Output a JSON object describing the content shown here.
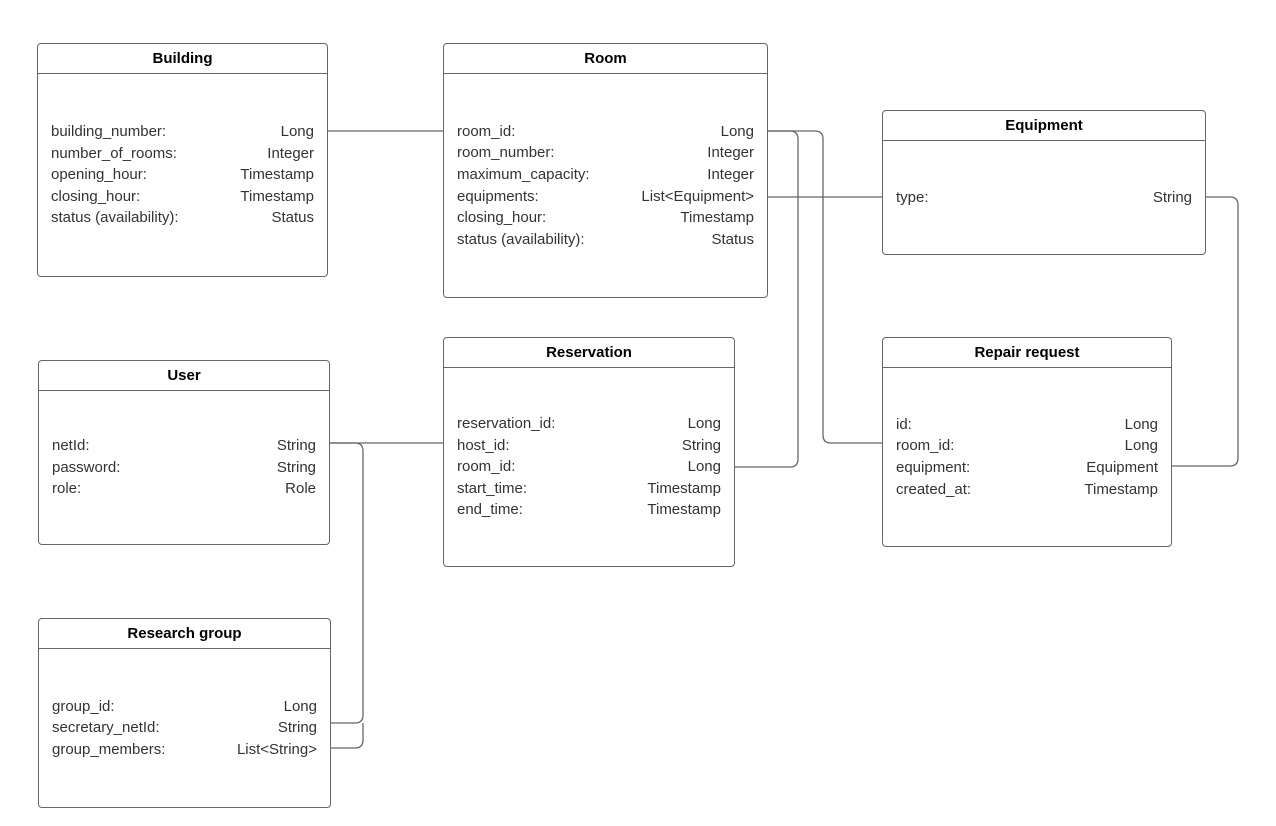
{
  "diagram": {
    "background_color": "#ffffff",
    "stroke_color": "#666666",
    "title_text_color": "#000000",
    "field_text_color": "#333333"
  },
  "entities": {
    "building": {
      "title": "Building",
      "fields": [
        {
          "name": "building_number:",
          "type": "Long"
        },
        {
          "name": "number_of_rooms:",
          "type": "Integer"
        },
        {
          "name": "opening_hour:",
          "type": "Timestamp"
        },
        {
          "name": "closing_hour:",
          "type": "Timestamp"
        },
        {
          "name": "status (availability):",
          "type": "Status"
        }
      ]
    },
    "room": {
      "title": "Room",
      "fields": [
        {
          "name": "room_id:",
          "type": "Long"
        },
        {
          "name": "room_number:",
          "type": "Integer"
        },
        {
          "name": "maximum_capacity:",
          "type": "Integer"
        },
        {
          "name": "equipments:",
          "type": "List<Equipment>"
        },
        {
          "name": "closing_hour:",
          "type": "Timestamp"
        },
        {
          "name": "status (availability):",
          "type": "Status"
        }
      ]
    },
    "equipment": {
      "title": "Equipment",
      "fields": [
        {
          "name": "type:",
          "type": "String"
        }
      ]
    },
    "user": {
      "title": "User",
      "fields": [
        {
          "name": "netId:",
          "type": "String"
        },
        {
          "name": "password:",
          "type": "String"
        },
        {
          "name": "role:",
          "type": "Role"
        }
      ]
    },
    "reservation": {
      "title": "Reservation",
      "fields": [
        {
          "name": "reservation_id:",
          "type": "Long"
        },
        {
          "name": "host_id:",
          "type": "String"
        },
        {
          "name": "room_id:",
          "type": "Long"
        },
        {
          "name": "start_time:",
          "type": "Timestamp"
        },
        {
          "name": "end_time:",
          "type": "Timestamp"
        }
      ]
    },
    "repair_request": {
      "title": "Repair request",
      "fields": [
        {
          "name": "id:",
          "type": "Long"
        },
        {
          "name": "room_id:",
          "type": "Long"
        },
        {
          "name": "equipment:",
          "type": "Equipment"
        },
        {
          "name": "created_at:",
          "type": "Timestamp"
        }
      ]
    },
    "research_group": {
      "title": "Research group",
      "fields": [
        {
          "name": "group_id:",
          "type": "Long"
        },
        {
          "name": "secretary_netId:",
          "type": "String"
        },
        {
          "name": "group_members:",
          "type": "List<String>"
        }
      ]
    }
  },
  "connections": [
    {
      "from": "Building.building_number",
      "to": "Room.room_id"
    },
    {
      "from": "Room.room_id",
      "to": "Reservation.room_id"
    },
    {
      "from": "Room.room_id",
      "to": "Repair request.room_id"
    },
    {
      "from": "Room.equipments",
      "to": "Equipment.type"
    },
    {
      "from": "Equipment.type",
      "to": "Repair request.equipment"
    },
    {
      "from": "User.netId",
      "to": "Reservation.host_id"
    },
    {
      "from": "User.netId",
      "to": "Research group.secretary_netId"
    },
    {
      "from": "User.netId",
      "to": "Research group.group_members"
    }
  ]
}
